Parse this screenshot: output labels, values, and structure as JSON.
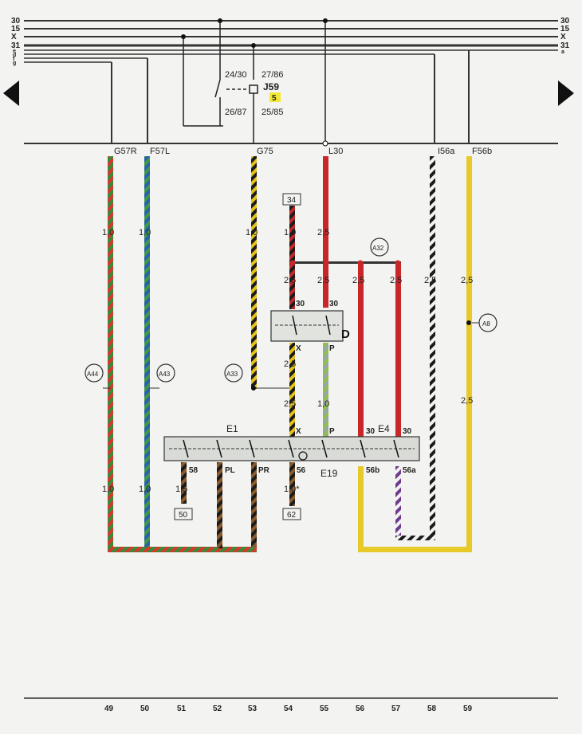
{
  "bus_labels_left": [
    "30",
    "15",
    "X",
    "31",
    "e",
    "d",
    "f",
    "g"
  ],
  "bus_labels_right": [
    "30",
    "15",
    "X",
    "31",
    "a"
  ],
  "relay": {
    "name": "J59",
    "number": "5",
    "pins": [
      "24/30",
      "27/86",
      "26/87",
      "25/85"
    ]
  },
  "wire_codes": [
    "G57R",
    "F57L",
    "G75",
    "L30",
    "I56a",
    "F56b"
  ],
  "cross_sections": {
    "col49": [
      "1,0",
      "1,0"
    ],
    "col50": [
      "1,0",
      "1,0"
    ],
    "col51": [
      "1,5"
    ],
    "col53": [
      "1,0"
    ],
    "col54": [
      "1,0",
      "2,5",
      "2,5",
      "2,5",
      "1,0*"
    ],
    "col55": [
      "2,5",
      "2,5",
      "1,0"
    ],
    "col56": [
      "2,5"
    ],
    "col57": [
      "2,5"
    ],
    "col58": [
      "2,5"
    ],
    "col59": [
      "2,5",
      "2,5"
    ]
  },
  "connectors": [
    "A44",
    "A43",
    "A33",
    "A32",
    "A8"
  ],
  "components": {
    "switch_d": "D",
    "switch_e1": "E1",
    "switch_e4": "E4",
    "switch_e19": "E19"
  },
  "pin_labels": [
    "30",
    "30",
    "X",
    "P",
    "X",
    "P",
    "30",
    "30",
    "58",
    "PL",
    "PR",
    "56",
    "56b",
    "56a"
  ],
  "ref_boxes": [
    "34",
    "50",
    "62"
  ],
  "column_numbers": [
    "49",
    "50",
    "51",
    "52",
    "53",
    "54",
    "55",
    "56",
    "57",
    "58",
    "59"
  ]
}
